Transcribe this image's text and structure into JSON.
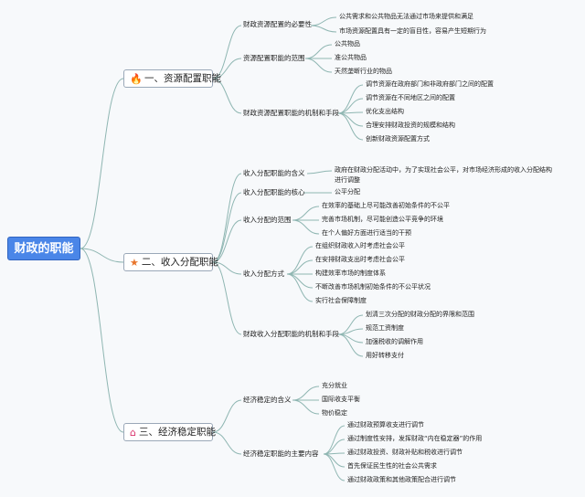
{
  "root": "财政的职能",
  "branches": [
    {
      "title": "一、资源配置职能",
      "icon": "fire-icon",
      "glyph": "🔥",
      "color": "#e8742a",
      "children": [
        {
          "label": "财政资源配置的必要性",
          "items": [
            "公共需求和公共物品无法通过市场来提供和满足",
            "市场资源配置具有一定的盲目性，容易产生短期行为"
          ]
        },
        {
          "label": "资源配置职能的范围",
          "items": [
            "公共物品",
            "准公共物品",
            "天然垄断行业的物品"
          ]
        },
        {
          "label": "财政资源配置职能的机制和手段",
          "items": [
            "调节资源在政府部门和非政府部门之间的配置",
            "调节资源在不同地区之间的配置",
            "优化支出结构",
            "合理安排财政投资的规模和结构",
            "创新财政资源配置方式"
          ]
        }
      ]
    },
    {
      "title": "二、收入分配职能",
      "icon": "star-icon",
      "glyph": "★",
      "color": "#e8742a",
      "children": [
        {
          "label": "收入分配职能的含义",
          "items": [
            "政府在财政分配活动中，为了实现社会公平，对市场经济形成的收入分配结构进行调整"
          ]
        },
        {
          "label": "收入分配职能的核心",
          "items": [
            "公平分配"
          ]
        },
        {
          "label": "收入分配的范围",
          "items": [
            "在效率的基础上尽可能改善初始条件的不公平",
            "完善市场机制，尽可能创造公平竞争的环境",
            "在个人偏好方面进行适当的干预"
          ]
        },
        {
          "label": "收入分配方式",
          "items": [
            "在组织财政收入时考虑社会公平",
            "在安排财政支出时考虑社会公平",
            "构建效率市场的制度体系",
            "不断改善市场机制初始条件的不公平状况",
            "实行社会保障制度"
          ]
        },
        {
          "label": "财政收入分配职能的机制和手段",
          "items": [
            "划清三次分配的财政分配的界限和范围",
            "规范工资制度",
            "加强税收的调解作用",
            "用好转移支付"
          ]
        }
      ]
    },
    {
      "title": "三、经济稳定职能",
      "icon": "home-icon",
      "glyph": "⌂",
      "color": "#d9306a",
      "children": [
        {
          "label": "经济稳定的含义",
          "items": [
            "充分就业",
            "国际收支平衡",
            "物价稳定"
          ]
        },
        {
          "label": "经济稳定职能的主要内容",
          "items": [
            "通过财政预算收支进行调节",
            "通过制度性安排，发挥财政“内在稳定器”的作用",
            "通过财政投资、财政补贴和税收进行调节",
            "首先保证民生性的社会公共需求",
            "通过财政政策和其他政策配合进行调节"
          ]
        }
      ]
    }
  ]
}
